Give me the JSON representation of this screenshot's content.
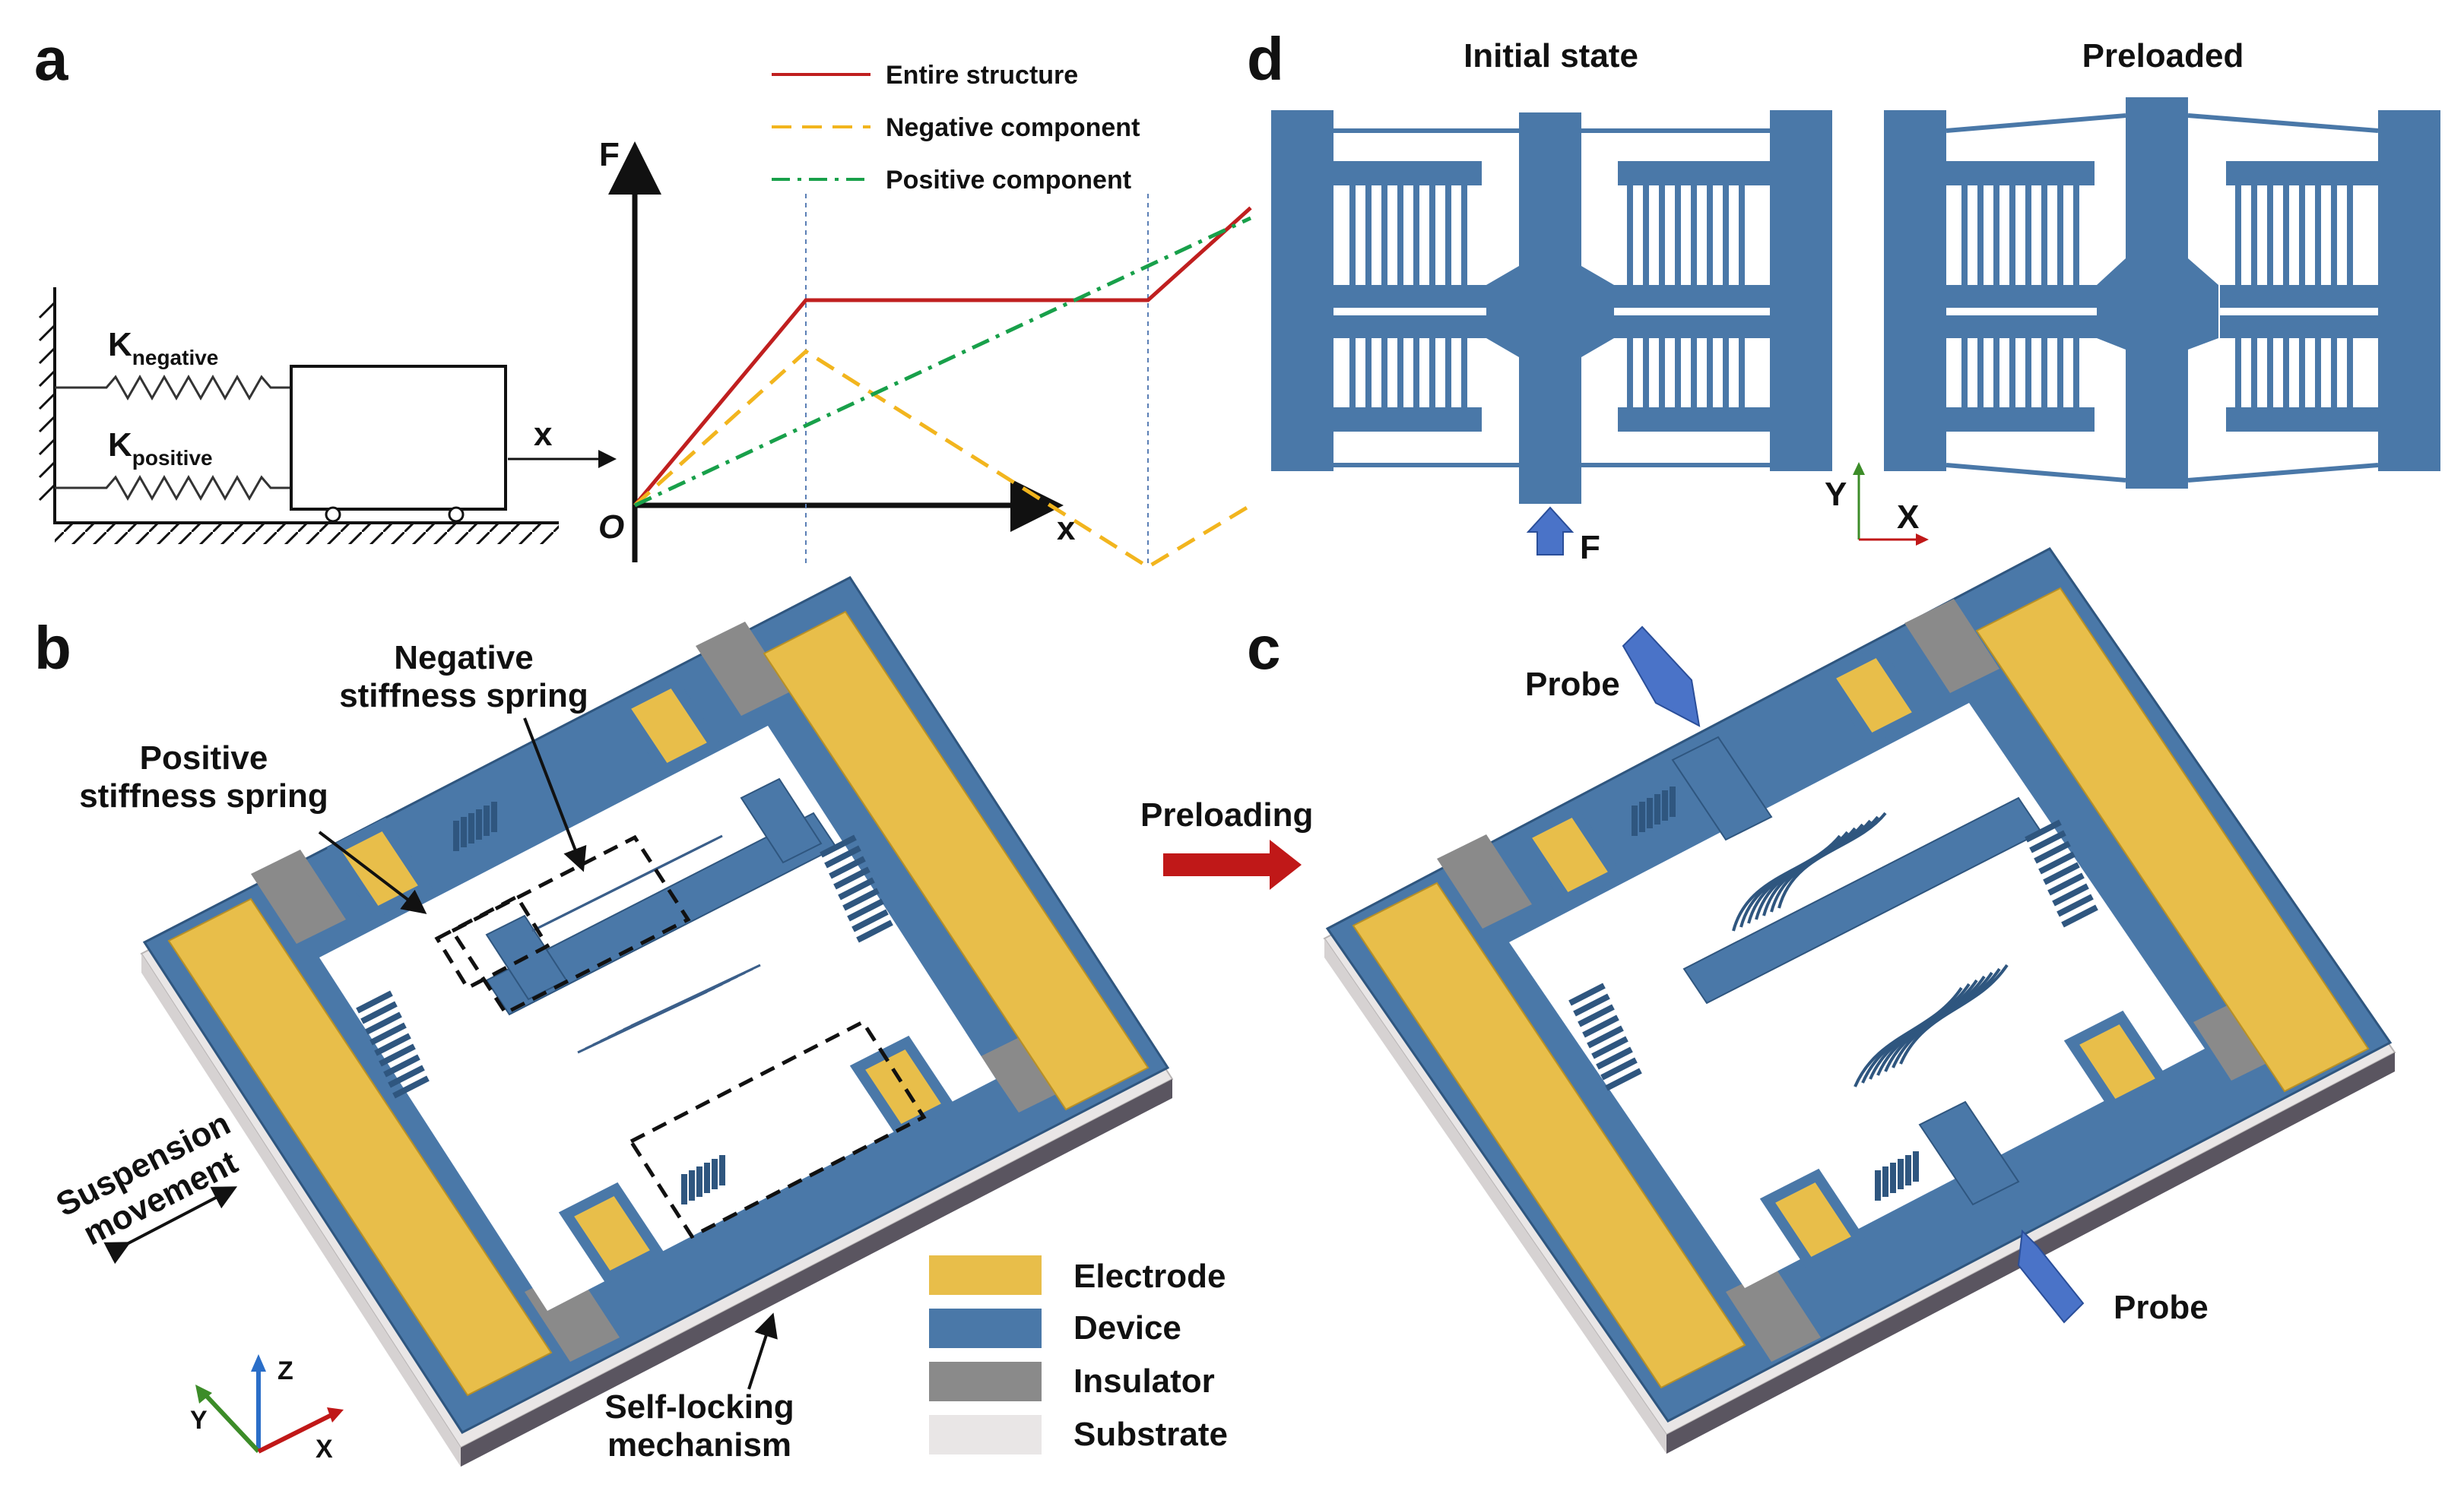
{
  "colors": {
    "electrode": "#E8BE4A",
    "device": "#4A78A8",
    "device_dark": "#2F567F",
    "insulator": "#8A8A8A",
    "substrate": "#E9E6E6",
    "entire_structure": "#C01F1F",
    "negative_component": "#F2B51E",
    "positive_component": "#18A04A",
    "guide_line": "#5B7FB5",
    "preload_arrow": "#C01818",
    "probe": "#4A73C8",
    "axis_x": "#C01818",
    "axis_y": "#3C8C28",
    "axis_z": "#2A6EC8"
  },
  "panel_a": {
    "letter": "a",
    "k_negative": {
      "main": "K",
      "sub": "negative"
    },
    "k_positive": {
      "main": "K",
      "sub": "positive"
    },
    "displacement_label": "x",
    "chart_data": {
      "type": "line",
      "xlabel": "x",
      "ylabel": "F",
      "origin_label": "O",
      "legend_position": "top-right",
      "series": [
        {
          "name": "Entire structure",
          "style": "solid",
          "points": [
            [
              0,
              0
            ],
            [
              1,
              2
            ],
            [
              3,
              2
            ],
            [
              3.6,
              2.9
            ]
          ]
        },
        {
          "name": "Negative component",
          "style": "dashed",
          "points": [
            [
              0,
              0
            ],
            [
              1,
              1.5
            ],
            [
              3,
              -0.6
            ],
            [
              3.6,
              0
            ]
          ]
        },
        {
          "name": "Positive component",
          "style": "dash-dot",
          "points": [
            [
              0,
              0
            ],
            [
              3.6,
              2.8
            ]
          ]
        }
      ],
      "guides_x": [
        1,
        3
      ]
    }
  },
  "panel_b": {
    "letter": "b",
    "label_negative_spring": "Negative\nstiffness spring",
    "label_positive_spring": "Positive\nstiffness spring",
    "label_suspension": "Suspension\nmovement",
    "label_self_locking": "Self-locking\nmechanism",
    "legend": [
      {
        "label": "Electrode",
        "color_key": "electrode"
      },
      {
        "label": "Device",
        "color_key": "device"
      },
      {
        "label": "Insulator",
        "color_key": "insulator"
      },
      {
        "label": "Substrate",
        "color_key": "substrate"
      }
    ],
    "axes": {
      "x": "X",
      "y": "Y",
      "z": "Z"
    }
  },
  "panel_c": {
    "letter": "c",
    "preloading_label": "Preloading",
    "probe_top": "Probe",
    "probe_bottom": "Probe"
  },
  "panel_d": {
    "letter": "d",
    "title_initial": "Initial state",
    "title_preloaded": "Preloaded",
    "force_label": "F",
    "axes": {
      "x": "X",
      "y": "Y"
    }
  }
}
